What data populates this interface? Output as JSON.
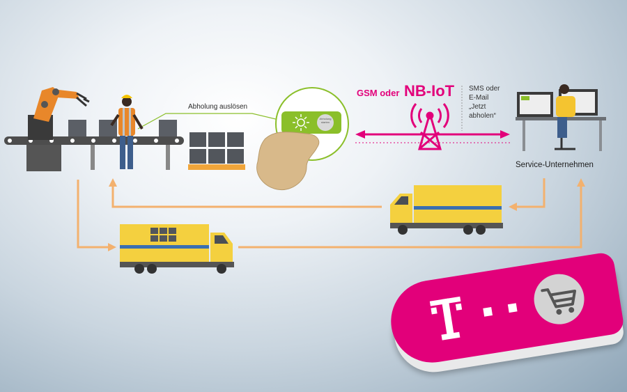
{
  "labels": {
    "trigger": "Abholung auslösen",
    "network_prefix": "GSM oder",
    "network_main": "NB-IoT",
    "sms_lines": [
      "SMS oder",
      "E-Mail",
      "„Jetzt",
      "abholen“"
    ],
    "service": "Service-Unternehmen",
    "button": "Abholung starten"
  },
  "colors": {
    "brand_magenta": "#e2007a",
    "flow_orange": "#f3b16e",
    "truck_yellow": "#f4d03f",
    "truck_blue": "#3a6fb0",
    "robot_orange": "#e8872a"
  },
  "icons": [
    "robot-arm-icon",
    "worker-icon",
    "pallet-icon",
    "finger-button-icon",
    "antenna-icon",
    "office-worker-icon",
    "truck-icon",
    "telekom-logo",
    "cart-icon"
  ]
}
